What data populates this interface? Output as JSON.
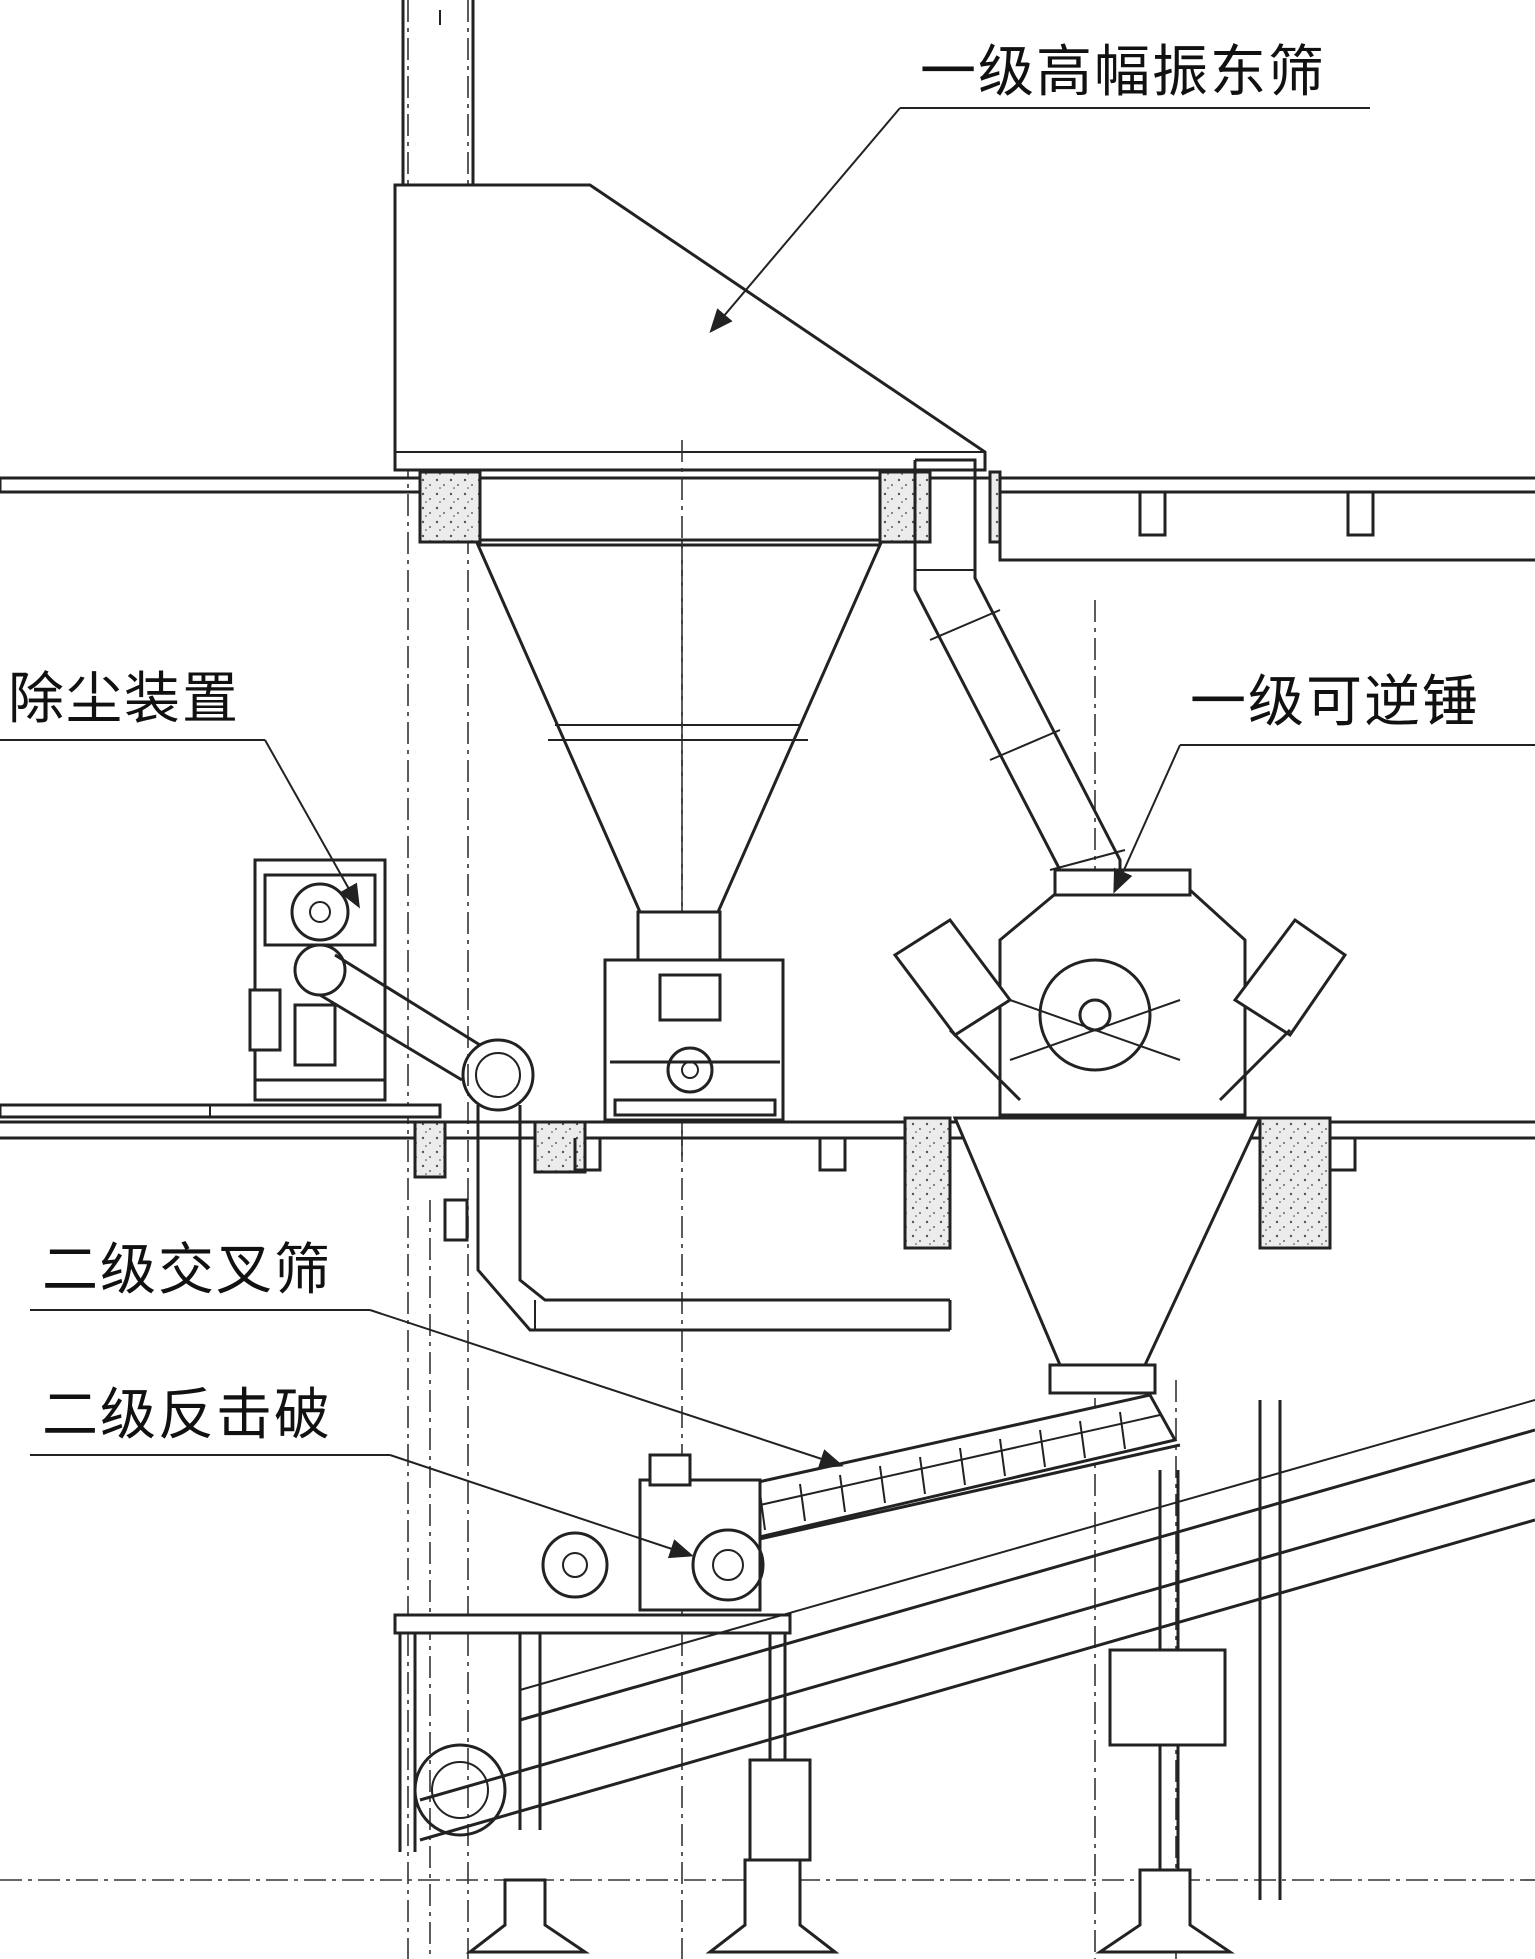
{
  "labels": {
    "primary_screen": "一级高幅振东筛",
    "dust_removal": "除尘装置",
    "primary_hammer": "一级可逆锤",
    "secondary_screen": "二级交叉筛",
    "secondary_crusher": "二级反击破"
  },
  "colors": {
    "line": "#222222",
    "concrete": "#e8e8e8",
    "background": "#ffffff"
  }
}
